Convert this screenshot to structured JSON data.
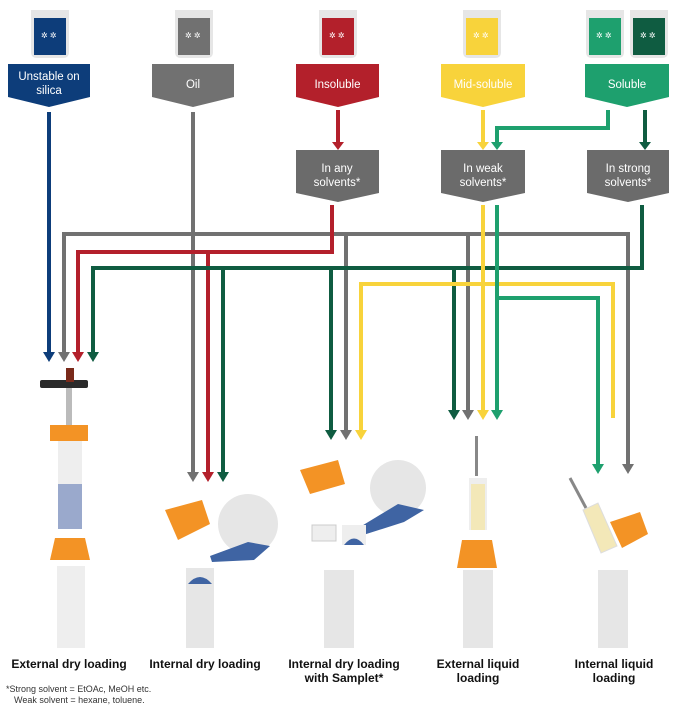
{
  "categories": [
    {
      "key": "unstable",
      "label": "Unstable on silica",
      "color": "#0d3d7a"
    },
    {
      "key": "oil",
      "label": "Oil",
      "color": "#717171"
    },
    {
      "key": "insoluble",
      "label": "Insoluble",
      "color": "#b3202b"
    },
    {
      "key": "midsoluble",
      "label": "Mid-soluble",
      "color": "#f8d33b"
    },
    {
      "key": "soluble",
      "label": "Soluble",
      "color": "#1ea06e"
    }
  ],
  "solvent_boxes": [
    {
      "key": "any",
      "label": "In any solvents*"
    },
    {
      "key": "weak",
      "label": "In weak solvents*"
    },
    {
      "key": "strong",
      "label": "In strong solvents*"
    }
  ],
  "methods": [
    {
      "key": "ext_dry",
      "label": "External dry loading"
    },
    {
      "key": "int_dry",
      "label": "Internal dry loading"
    },
    {
      "key": "int_dry_samplet",
      "label": "Internal dry loading with Samplet*"
    },
    {
      "key": "ext_liquid",
      "label": "External liquid loading"
    },
    {
      "key": "int_liquid",
      "label": "Internal liquid loading"
    }
  ],
  "footnote": {
    "line1": "*Strong solvent = EtOAc, MeOH etc.",
    "line2": "Weak solvent = hexane, toluene."
  },
  "colors": {
    "dark_green": "#0f5c41",
    "gray_box": "#6b6b6b",
    "orange": "#f39325",
    "flask_blue": "#3f64a3"
  }
}
